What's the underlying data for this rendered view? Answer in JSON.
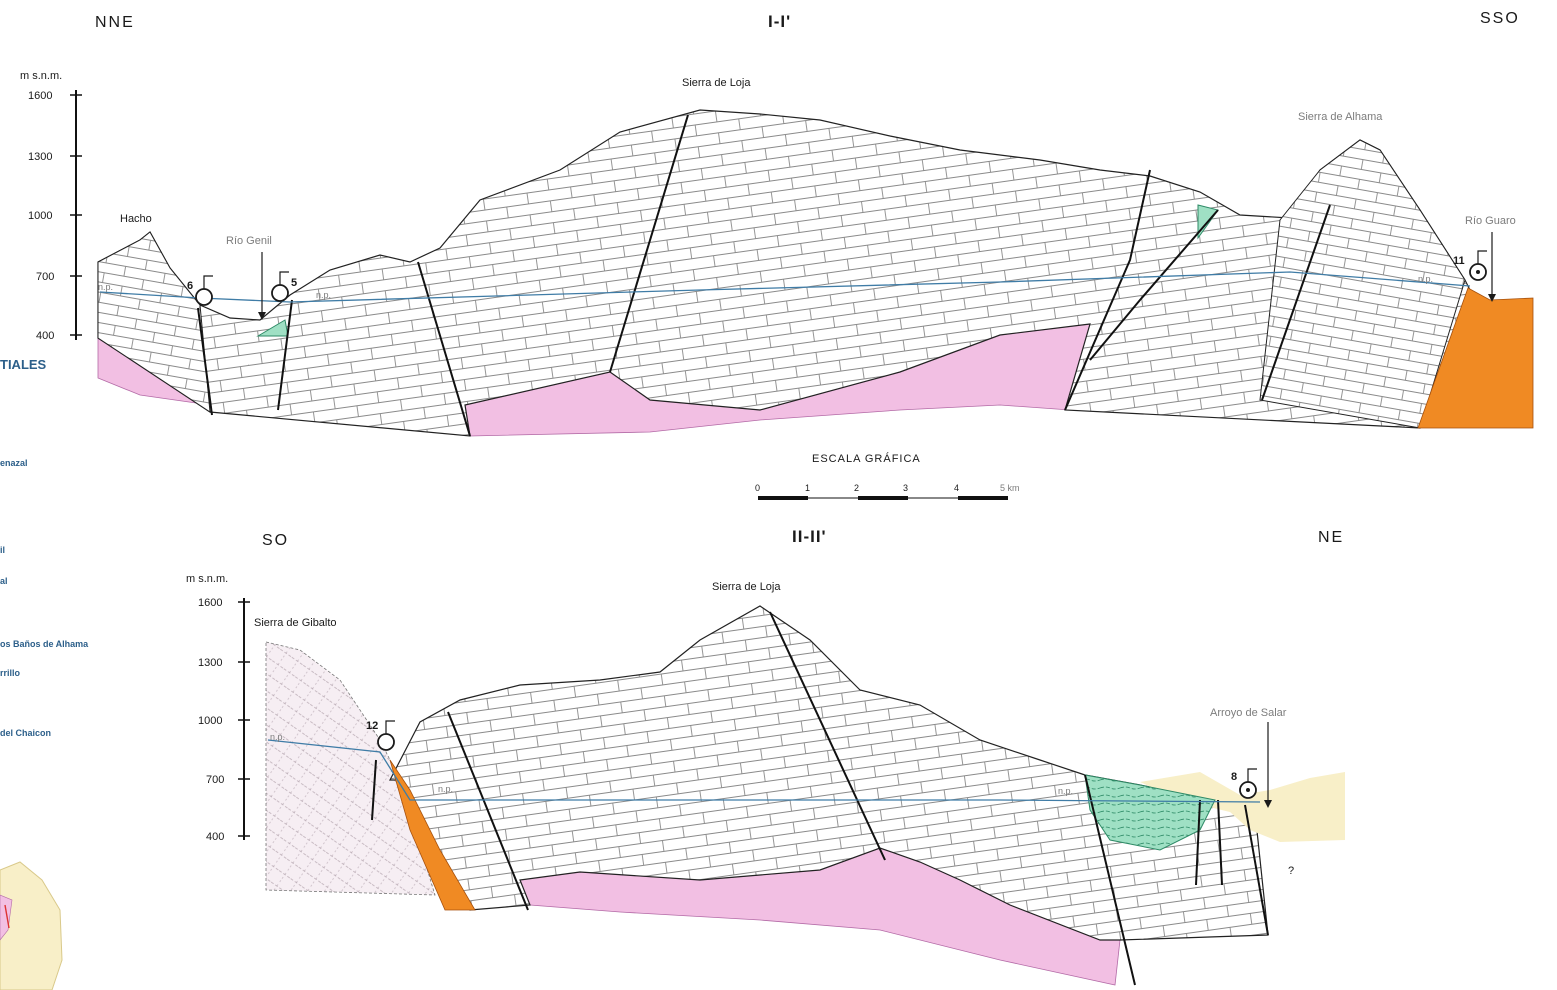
{
  "section_1": {
    "title": "I-I'",
    "left_direction": "NNE",
    "right_direction": "SSO",
    "axis_unit": "m s.n.m.",
    "axis_ticks": [
      "1600",
      "1300",
      "1000",
      "700",
      "400"
    ],
    "places": {
      "hacho": "Hacho",
      "rio_genil": "Río Genil",
      "sierra_de_loja": "Sierra de Loja",
      "sierra_de_alhama": "Sierra de Alhama",
      "rio_guaro": "Río Guaro"
    },
    "springs": [
      "6",
      "5",
      "11"
    ],
    "piezometric_label": "n.p."
  },
  "section_2": {
    "title": "II-II'",
    "left_direction": "SO",
    "right_direction": "NE",
    "axis_unit": "m s.n.m.",
    "axis_ticks": [
      "1600",
      "1300",
      "1000",
      "700",
      "400"
    ],
    "places": {
      "sierra_de_gibalto": "Sierra de Gibalto",
      "sierra_de_loja": "Sierra de Loja",
      "arroyo_de_salar": "Arroyo de Salar"
    },
    "springs": [
      "12",
      "8"
    ],
    "piezometric_label": "n.p.",
    "unknown_mark": "?"
  },
  "scale_bar": {
    "title": "ESCALA GRÁFICA",
    "ticks": [
      "0",
      "1",
      "2",
      "3",
      "4"
    ],
    "end_label": "5 km"
  },
  "legend_fragments": {
    "heading": "TIALES",
    "item_1": "enazal",
    "item_2": "il",
    "item_3": "al",
    "item_4": "os Baños de Alhama",
    "item_5": "rrillo",
    "item_6": "del Chaicon"
  },
  "colors": {
    "triassic_pink": "#f2bfe3",
    "detrital_orange": "#f08a23",
    "aquitard_green": "#9fe0c4",
    "alluvial_cream": "#f8efc8",
    "water_table_blue": "#3f7ca6",
    "legend_text_blue": "#2c5f8a"
  }
}
